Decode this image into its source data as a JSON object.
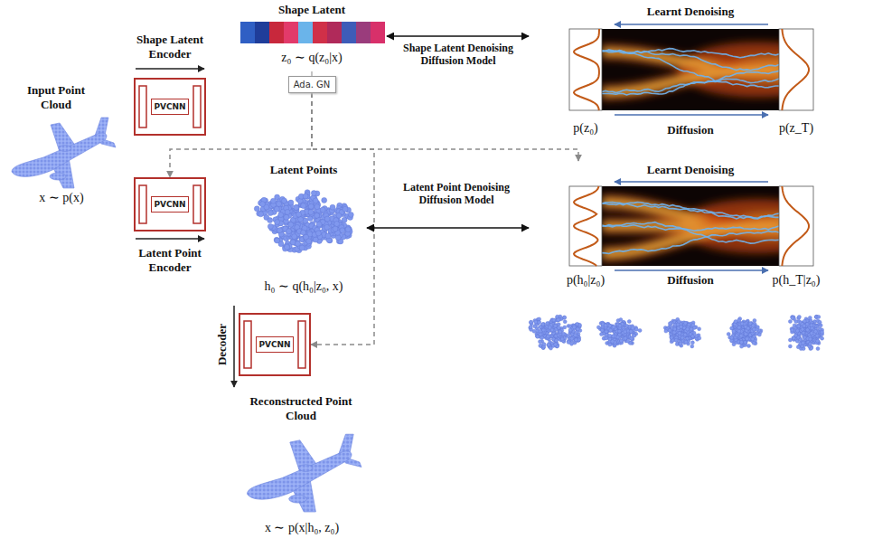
{
  "diagram": {
    "nodes": [
      {
        "text": [
          "PVCNN"
        ]
      },
      {
        "text": [
          "PVCNN"
        ]
      },
      {
        "text": [
          "PVCNN"
        ]
      },
      {
        "text": [
          "Ada. GN"
        ]
      },
      {
        "text": [
          "Shape Latent",
          "z₀ ∼ q(z₀|x)"
        ]
      },
      {
        "text": [
          "Learnt Denoising",
          "Diffusion",
          "p(z₀)",
          "p(z_T)"
        ]
      },
      {
        "text": [
          "Latent Points",
          "h₀ ∼ q(h₀|z₀, x)"
        ]
      },
      {
        "text": [
          "Learnt Denoising",
          "Diffusion",
          "p(h₀|z₀)",
          "p(h_T|z₀)"
        ]
      }
    ],
    "edges": [
      {
        "from": 4,
        "to": 3,
        "arrow": "none"
      },
      {
        "from": 4,
        "to": 5,
        "arrow": "both",
        "label": "Shape Latent Denoising Diffusion Model"
      },
      {
        "from": 3,
        "to": 1,
        "arrow": "to"
      },
      {
        "from": 3,
        "to": 2,
        "arrow": "to"
      },
      {
        "from": 3,
        "to": 7,
        "arrow": "to"
      },
      {
        "from": 6,
        "to": 7,
        "arrow": "both",
        "label": "Latent Point Denoising Diffusion Model"
      }
    ],
    "labels": [
      "Input Point Cloud",
      "x ∼ p(x)",
      "Shape Latent Encoder",
      "Latent Point Encoder",
      "Decoder",
      "Reconstructed Point Cloud",
      "x ∼ p(x|h₀, z₀)"
    ]
  }
}
